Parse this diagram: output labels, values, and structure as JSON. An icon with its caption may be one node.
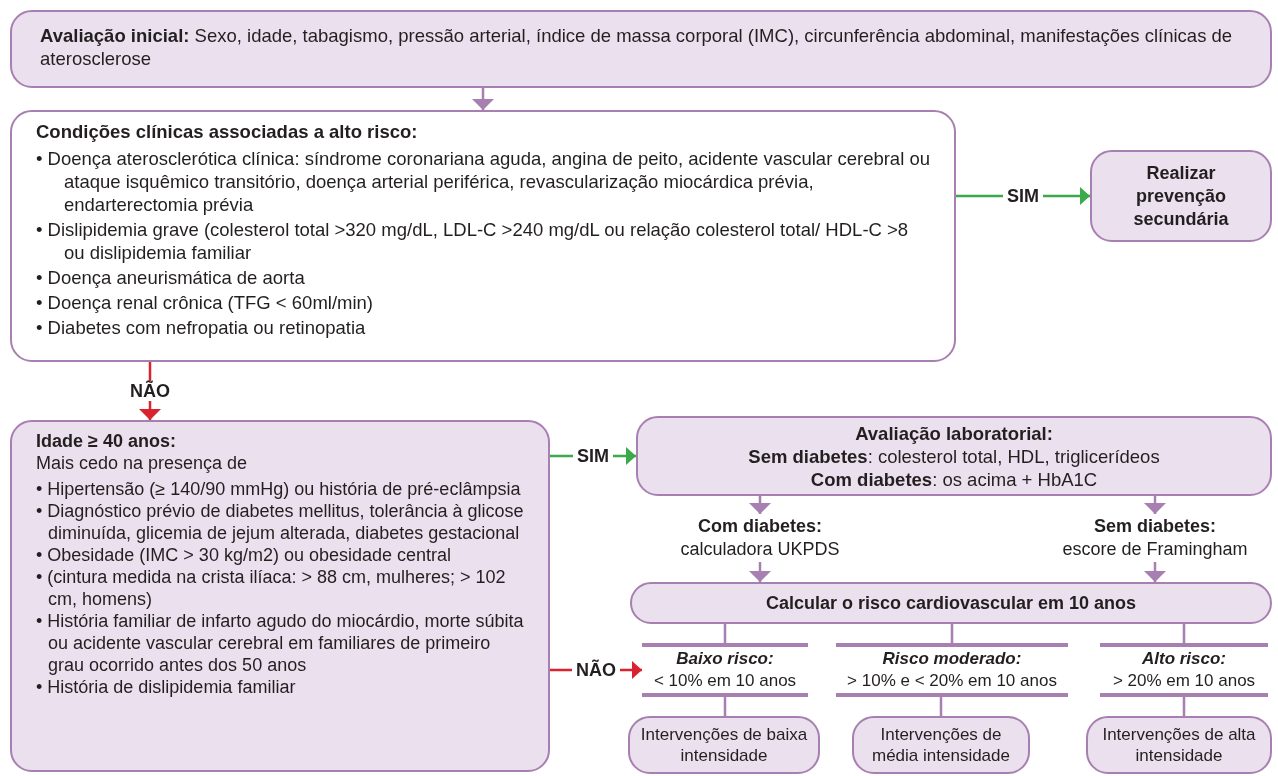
{
  "diagram": {
    "nodes": [
      {
        "text": [
          "**Avaliação inicial:** Sexo, idade, tabagismo, pressão arterial, índice de massa corporal (IMC), circunferência abdominal, manifestações clínicas de aterosclerose"
        ]
      },
      {
        "text": [
          "Condições clínicas associadas a alto risco:",
          "• Doença aterosclerótica clínica: síndrome coronariana aguda, angina de peito, acidente vascular cerebral ou ataque isquêmico transitório, doença arterial periférica, revascularização miocárdica prévia, endarterectomia prévia",
          "• Dislipidemia grave (colesterol total >320 mg/dL, LDL-C >240 mg/dL ou relação colesterol total/ HDL-C >8 ou dislipidemia familiar",
          "• Doença aneurismática de aorta",
          "• Doença renal crônica (TFG < 60ml/min)",
          "• Diabetes com nefropatia ou retinopatia"
        ]
      },
      {
        "text": [
          "Realizar prevenção secundária"
        ]
      },
      {
        "text": [
          "Idade ≥ 40 anos:",
          "Mais cedo na presença de",
          "• Hipertensão (≥ 140/90 mmHg) ou história de pré-eclâmpsia",
          "• Diagnóstico prévio de diabetes mellitus, tolerância à glicose diminuída, glicemia de jejum alterada, diabetes gestacional",
          "• Obesidade (IMC > 30 kg/m2) ou obesidade central",
          "• (cintura medida na crista ilíaca: > 88 cm, mulheres; > 102 cm, homens)",
          "• História familiar de infarto agudo do miocárdio, morte súbita ou acidente vascular cerebral em familiares de primeiro grau ocorrido antes dos 50 anos",
          "• História de dislipidemia familiar"
        ]
      },
      {
        "text": [
          "Avaliação laboratorial:",
          "**Sem diabetes**: colesterol total, HDL, triglicerídeos",
          "**Com diabetes**: os acima + HbA1C"
        ]
      },
      {
        "text": [
          "Com diabetes:",
          "calculadora UKPDS"
        ]
      },
      {
        "text": [
          "Sem diabetes:",
          "escore de Framingham"
        ]
      },
      {
        "text": [
          "Calcular o risco cardiovascular em 10 anos"
        ]
      },
      {
        "text": [
          "Baixo risco:",
          "< 10% em 10 anos"
        ]
      },
      {
        "text": [
          "Risco moderado:",
          "> 10% e < 20% em 10 anos"
        ]
      },
      {
        "text": [
          "Alto risco:",
          "> 20% em 10 anos"
        ]
      },
      {
        "text": [
          "Intervenções de baixa intensidade"
        ]
      },
      {
        "text": [
          "Intervenções de média intensidade"
        ]
      },
      {
        "text": [
          "Intervenções de alta intensidade"
        ]
      }
    ],
    "edges": [
      {
        "from": 0,
        "to": 1,
        "arrow": "to"
      },
      {
        "from": 1,
        "to": 2,
        "arrow": "to",
        "label": "SIM",
        "color": "#3aaa4a"
      },
      {
        "from": 1,
        "to": 3,
        "arrow": "to",
        "label": "NÃO",
        "color": "#d9232e"
      },
      {
        "from": 3,
        "to": 4,
        "arrow": "to",
        "label": "SIM",
        "color": "#3aaa4a"
      },
      {
        "from": 3,
        "to": 8,
        "arrow": "to",
        "label": "NÃO",
        "color": "#d9232e"
      },
      {
        "from": 4,
        "to": 5,
        "arrow": "to"
      },
      {
        "from": 4,
        "to": 6,
        "arrow": "to"
      },
      {
        "from": 5,
        "to": 7,
        "arrow": "to"
      },
      {
        "from": 6,
        "to": 7,
        "arrow": "to"
      },
      {
        "from": 7,
        "to": 8,
        "arrow": "none"
      },
      {
        "from": 7,
        "to": 9,
        "arrow": "none"
      },
      {
        "from": 7,
        "to": 10,
        "arrow": "none"
      },
      {
        "from": 8,
        "to": 11,
        "arrow": "none"
      },
      {
        "from": 9,
        "to": 12,
        "arrow": "none"
      },
      {
        "from": 10,
        "to": 13,
        "arrow": "none"
      }
    ]
  }
}
